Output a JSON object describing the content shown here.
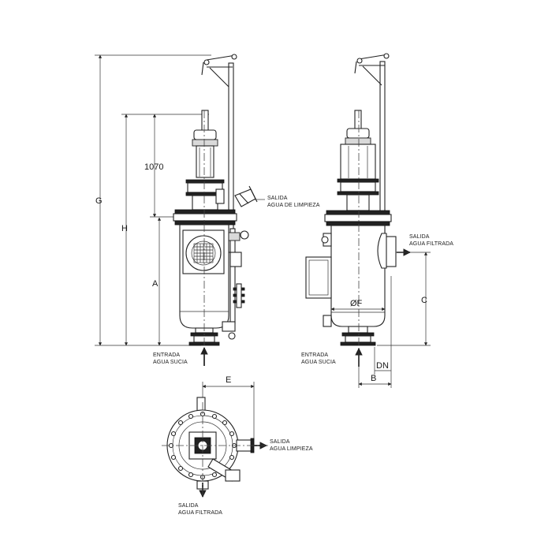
{
  "dimensions": {
    "g": "G",
    "h": "H",
    "a": "A",
    "c": "C",
    "e": "E",
    "b": "B",
    "dn": "DN",
    "f": "ØF",
    "top": "1070"
  },
  "labels": {
    "side_outlet_clean_1": "SALIDA",
    "side_outlet_clean_2": "AGUA DE LIMPIEZA",
    "side_inlet_1": "ENTRADA",
    "side_inlet_2": "AGUA SUCIA",
    "front_outlet_filtered_1": "SALIDA",
    "front_outlet_filtered_2": "AGUA FILTRADA",
    "front_inlet_1": "ENTRADA",
    "front_inlet_2": "AGUA SUCIA",
    "top_outlet_clean_1": "SALIDA",
    "top_outlet_clean_2": "AGUA LIMPIEZA",
    "top_outlet_filtered_1": "SALIDA",
    "top_outlet_filtered_2": "AGUA FILTRADA"
  }
}
